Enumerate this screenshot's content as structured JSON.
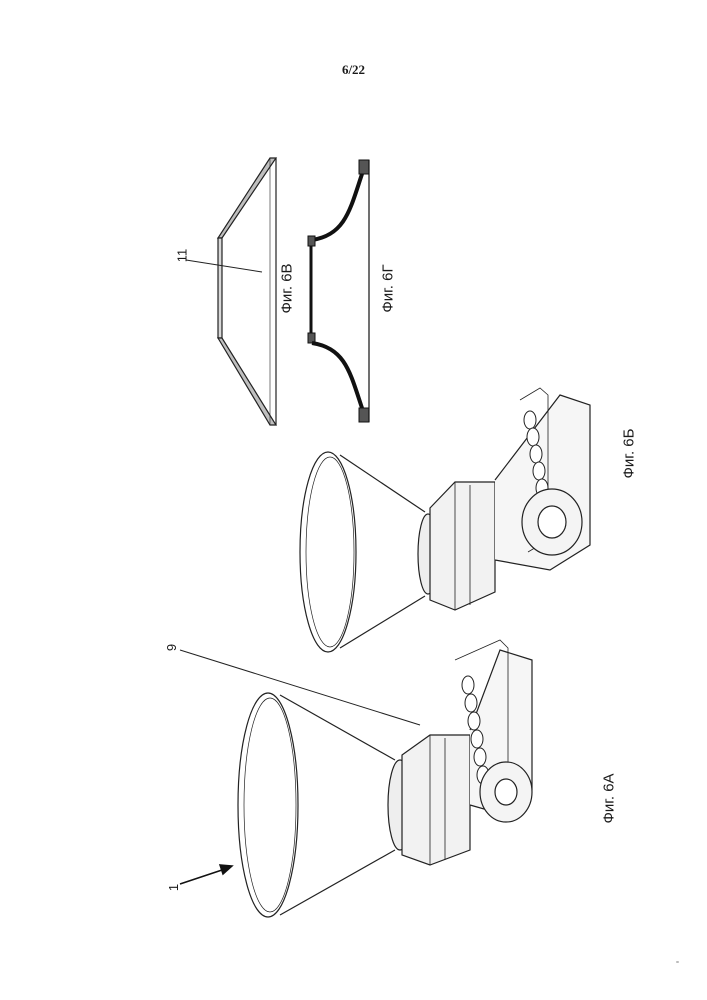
{
  "page": {
    "number": "6/22"
  },
  "figures": {
    "fig_6a": {
      "caption": "Фиг. 6А"
    },
    "fig_6b": {
      "caption": "Фиг. 6Б"
    },
    "fig_6v": {
      "caption": "Фиг. 6В"
    },
    "fig_6g": {
      "caption": "Фиг. 6Г"
    }
  },
  "references": {
    "ref_1": "1",
    "ref_9": "9",
    "ref_11": "11"
  }
}
